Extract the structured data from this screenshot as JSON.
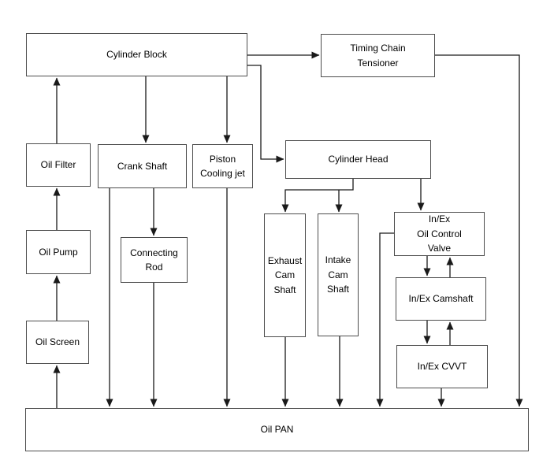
{
  "diagram": {
    "type": "flowchart",
    "description": "Engine lubrication oil flow diagram",
    "colors": {
      "background": "#ffffff",
      "box_border": "#4d4d4d",
      "arrow_line": "#1a1a1a",
      "text": "#000000"
    },
    "nodes": {
      "cylinder_block": {
        "label": "Cylinder Block",
        "lines": [
          "Cylinder Block"
        ]
      },
      "timing_chain_tensioner": {
        "label": "Timing Chain Tensioner",
        "lines": [
          "Timing Chain",
          "Tensioner"
        ]
      },
      "oil_filter": {
        "label": "Oil Filter",
        "lines": [
          "Oil Filter"
        ]
      },
      "crank_shaft": {
        "label": "Crank Shaft",
        "lines": [
          "Crank Shaft"
        ]
      },
      "piston_cooling_jet": {
        "label": "Piston Cooling jet",
        "lines": [
          "Piston",
          "Cooling jet"
        ]
      },
      "cylinder_head": {
        "label": "Cylinder Head",
        "lines": [
          "Cylinder Head"
        ]
      },
      "oil_pump": {
        "label": "Oil Pump",
        "lines": [
          "Oil Pump"
        ]
      },
      "connecting_rod": {
        "label": "Connecting Rod",
        "lines": [
          "Connecting",
          "Rod"
        ]
      },
      "exhaust_cam_shaft": {
        "label": "Exhaust Cam Shaft",
        "lines": [
          "Exhaust",
          "Cam",
          "Shaft"
        ]
      },
      "intake_cam_shaft": {
        "label": "Intake Cam Shaft",
        "lines": [
          "Intake",
          "Cam",
          "Shaft"
        ]
      },
      "inex_oil_control_valve": {
        "label": "In/Ex Oil Control Valve",
        "lines": [
          "In/Ex",
          "Oil Control",
          "Valve"
        ]
      },
      "inex_camshaft": {
        "label": "In/Ex Camshaft",
        "lines": [
          "In/Ex Camshaft"
        ]
      },
      "inex_cvvt": {
        "label": "In/Ex CVVT",
        "lines": [
          "In/Ex CVVT"
        ]
      },
      "oil_screen": {
        "label": "Oil Screen",
        "lines": [
          "Oil Screen"
        ]
      },
      "oil_pan": {
        "label": "Oil PAN",
        "lines": [
          "Oil PAN"
        ]
      }
    },
    "edges": [
      {
        "from": "oil_filter",
        "to": "cylinder_block"
      },
      {
        "from": "cylinder_block",
        "to": "crank_shaft"
      },
      {
        "from": "cylinder_block",
        "to": "piston_cooling_jet"
      },
      {
        "from": "cylinder_block",
        "to": "timing_chain_tensioner"
      },
      {
        "from": "cylinder_block",
        "to": "cylinder_head"
      },
      {
        "from": "timing_chain_tensioner",
        "to": "oil_pan"
      },
      {
        "from": "oil_pump",
        "to": "oil_filter"
      },
      {
        "from": "oil_screen",
        "to": "oil_pump"
      },
      {
        "from": "oil_pan",
        "to": "oil_screen"
      },
      {
        "from": "crank_shaft",
        "to": "connecting_rod"
      },
      {
        "from": "crank_shaft",
        "to": "oil_pan"
      },
      {
        "from": "connecting_rod",
        "to": "oil_pan"
      },
      {
        "from": "piston_cooling_jet",
        "to": "oil_pan"
      },
      {
        "from": "cylinder_head",
        "to": "exhaust_cam_shaft"
      },
      {
        "from": "cylinder_head",
        "to": "intake_cam_shaft"
      },
      {
        "from": "cylinder_head",
        "to": "inex_oil_control_valve"
      },
      {
        "from": "inex_oil_control_valve",
        "to": "inex_camshaft"
      },
      {
        "from": "inex_camshaft",
        "to": "inex_oil_control_valve"
      },
      {
        "from": "inex_camshaft",
        "to": "inex_cvvt"
      },
      {
        "from": "inex_cvvt",
        "to": "inex_camshaft"
      },
      {
        "from": "inex_oil_control_valve",
        "to": "oil_pan"
      },
      {
        "from": "inex_cvvt",
        "to": "oil_pan"
      },
      {
        "from": "exhaust_cam_shaft",
        "to": "oil_pan"
      },
      {
        "from": "intake_cam_shaft",
        "to": "oil_pan"
      }
    ]
  }
}
